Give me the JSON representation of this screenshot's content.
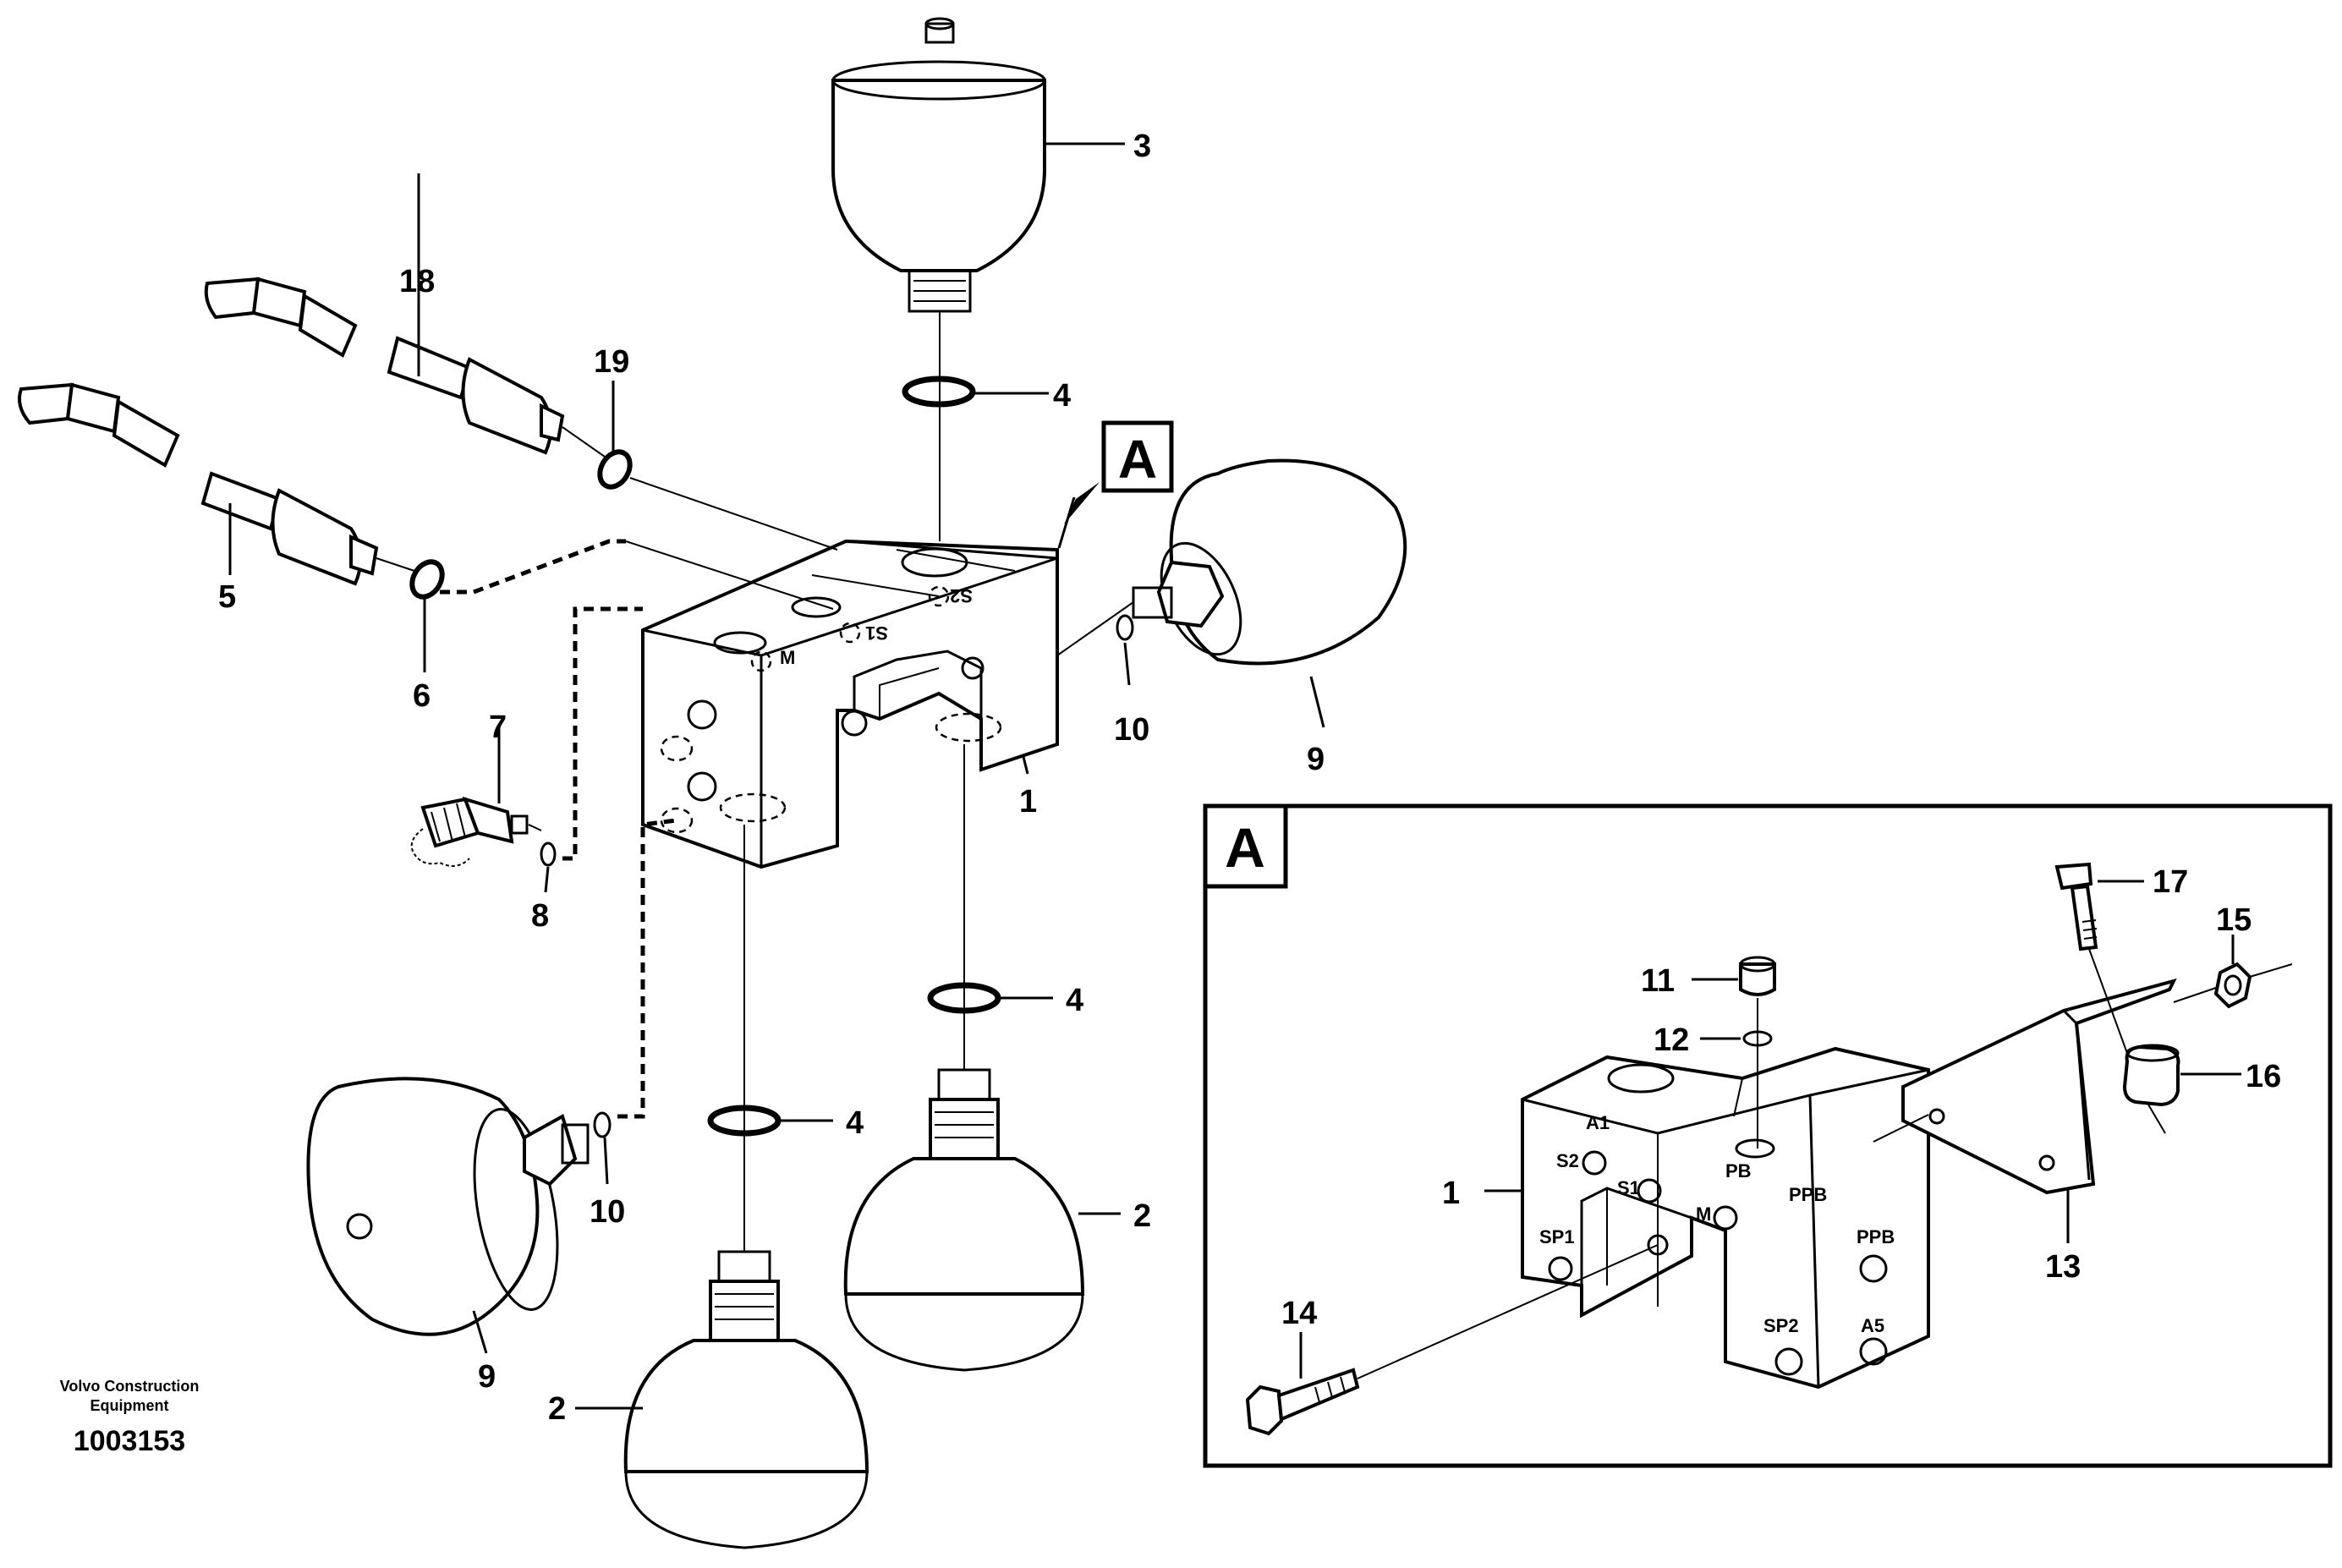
{
  "callouts": {
    "c1": "1",
    "c2": "2",
    "c3": "3",
    "c4": "4",
    "c5": "5",
    "c6": "6",
    "c7": "7",
    "c8": "8",
    "c9": "9",
    "c10": "10",
    "c11": "11",
    "c12": "12",
    "c13": "13",
    "c14": "14",
    "c15": "15",
    "c16": "16",
    "c17": "17",
    "c18": "18",
    "c19": "19"
  },
  "view_marker": "A",
  "detail_view_label": "A",
  "main_ports": {
    "m": "M",
    "s1": "S1",
    "s2": "S2"
  },
  "detail_ports": {
    "a1": "A1",
    "s2": "S2",
    "s1": "S1",
    "m": "M",
    "pb": "PB",
    "ppb": "PPB",
    "ppb_front": "PPB",
    "sp1": "SP1",
    "sp2": "SP2",
    "a5": "A5"
  },
  "footer": {
    "company_line1": "Volvo Construction",
    "company_line2": "Equipment",
    "drawing_number": "1003153"
  }
}
